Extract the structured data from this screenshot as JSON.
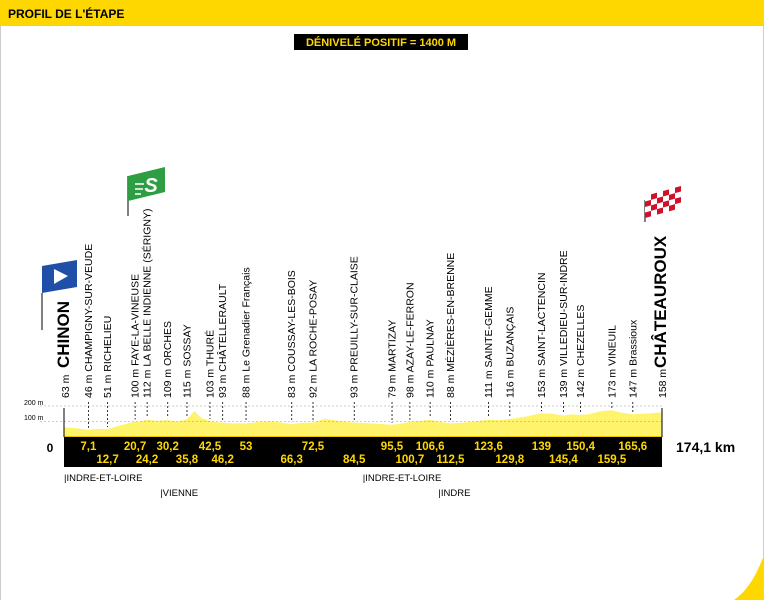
{
  "header": {
    "title": "PROFIL DE L'ÉTAPE"
  },
  "elevation_gain": "DÉNIVELÉ POSITIF = 1400 M",
  "chart_data": {
    "type": "area",
    "y_tick_labels": [
      "200 m",
      "100 m"
    ],
    "zero_label": "0",
    "total_distance_label": "174,1 km",
    "distance_total_km": 174.1,
    "start": {
      "label": "CHINON",
      "altitude_label": "63 m",
      "km": 0,
      "alt": 63
    },
    "finish": {
      "label": "CHÂTEAUROUX",
      "altitude_label": "158 m",
      "km": 174.1,
      "alt": 158
    },
    "sprint_symbol": "S",
    "waypoints": [
      {
        "label": "46 m CHAMPIGNY-SUR-VEUDE",
        "km": 7.1,
        "alt": 46,
        "km_label": "7,1"
      },
      {
        "label": "51 m RICHELIEU",
        "km": 12.7,
        "alt": 51,
        "km_label": "12,7"
      },
      {
        "label": "100 m FAYE-LA-VINEUSE",
        "km": 20.7,
        "alt": 100,
        "km_label": "20,7"
      },
      {
        "label": "112 m LA BELLE INDIENNE (SÉRIGNY)",
        "km": 24.2,
        "alt": 112,
        "km_label": "24,2",
        "sprint": true
      },
      {
        "label": "109 m ORCHES",
        "km": 30.2,
        "alt": 109,
        "km_label": "30,2"
      },
      {
        "label": "115 m SOSSAY",
        "km": 35.8,
        "alt": 115,
        "km_label": "35,8"
      },
      {
        "label": "103 m THURÉ",
        "km": 42.5,
        "alt": 103,
        "km_label": "42,5"
      },
      {
        "label": "93 m CHÂTELLERAULT",
        "km": 46.2,
        "alt": 93,
        "km_label": "46,2"
      },
      {
        "label": "88 m Le Grenadier Français",
        "km": 53,
        "alt": 88,
        "km_label": "53"
      },
      {
        "label": "83 m COUSSAY-LES-BOIS",
        "km": 66.3,
        "alt": 83,
        "km_label": "66,3"
      },
      {
        "label": "92 m LA ROCHE-POSAY",
        "km": 72.5,
        "alt": 92,
        "km_label": "72,5"
      },
      {
        "label": "93 m PREUILLY-SUR-CLAISE",
        "km": 84.5,
        "alt": 93,
        "km_label": "84,5"
      },
      {
        "label": "79 m MARTIZAY",
        "km": 95.5,
        "alt": 79,
        "km_label": "95,5"
      },
      {
        "label": "98 m AZAY-LE-FERRON",
        "km": 100.7,
        "alt": 98,
        "km_label": "100,7"
      },
      {
        "label": "110 m PAULNAY",
        "km": 106.6,
        "alt": 110,
        "km_label": "106,6"
      },
      {
        "label": "88 m MÉZIÈRES-EN-BRENNE",
        "km": 112.5,
        "alt": 88,
        "km_label": "112,5"
      },
      {
        "label": "111 m SAINTE-GEMME",
        "km": 123.6,
        "alt": 111,
        "km_label": "123,6"
      },
      {
        "label": "116 m BUZANÇAIS",
        "km": 129.8,
        "alt": 116,
        "km_label": "129,8"
      },
      {
        "label": "153 m SAINT-LACTENCIN",
        "km": 139,
        "alt": 153,
        "km_label": "139"
      },
      {
        "label": "139 m VILLEDIEU-SUR-INDRE",
        "km": 145.4,
        "alt": 139,
        "km_label": "145,4"
      },
      {
        "label": "142 m CHEZELLES",
        "km": 150.4,
        "alt": 142,
        "km_label": "150,4"
      },
      {
        "label": "173 m VINEUIL",
        "km": 159.5,
        "alt": 173,
        "km_label": "159,5"
      },
      {
        "label": "147 m Brassioux",
        "km": 165.6,
        "alt": 147,
        "km_label": "165,6"
      }
    ],
    "profile": [
      [
        0,
        63
      ],
      [
        3,
        58
      ],
      [
        7.1,
        46
      ],
      [
        10,
        52
      ],
      [
        12.7,
        51
      ],
      [
        16,
        72
      ],
      [
        20.7,
        100
      ],
      [
        22,
        98
      ],
      [
        24.2,
        112
      ],
      [
        27,
        104
      ],
      [
        30.2,
        109
      ],
      [
        33,
        100
      ],
      [
        35.8,
        115
      ],
      [
        38,
        168
      ],
      [
        40,
        122
      ],
      [
        42.5,
        103
      ],
      [
        44,
        96
      ],
      [
        46.2,
        93
      ],
      [
        49,
        88
      ],
      [
        53,
        88
      ],
      [
        57,
        98
      ],
      [
        61,
        102
      ],
      [
        66.3,
        83
      ],
      [
        69,
        92
      ],
      [
        72.5,
        92
      ],
      [
        76,
        118
      ],
      [
        80,
        104
      ],
      [
        84.5,
        93
      ],
      [
        88,
        90
      ],
      [
        92,
        84
      ],
      [
        95.5,
        79
      ],
      [
        98,
        86
      ],
      [
        100.7,
        98
      ],
      [
        104,
        104
      ],
      [
        106.6,
        110
      ],
      [
        110,
        96
      ],
      [
        112.5,
        88
      ],
      [
        116,
        92
      ],
      [
        120,
        102
      ],
      [
        123.6,
        111
      ],
      [
        127,
        108
      ],
      [
        129.8,
        116
      ],
      [
        134,
        130
      ],
      [
        139,
        153
      ],
      [
        142,
        150
      ],
      [
        145.4,
        139
      ],
      [
        148,
        146
      ],
      [
        150.4,
        142
      ],
      [
        153,
        148
      ],
      [
        156,
        165
      ],
      [
        159.5,
        173
      ],
      [
        162,
        158
      ],
      [
        165.6,
        147
      ],
      [
        169,
        150
      ],
      [
        172,
        155
      ],
      [
        174.1,
        158
      ]
    ],
    "regions": [
      {
        "label": "|INDRE-ET-LOIRE",
        "km": 0,
        "row": 0
      },
      {
        "label": "|VIENNE",
        "km": 28,
        "row": 1
      },
      {
        "label": "|INDRE-ET-LOIRE",
        "km": 87,
        "row": 0
      },
      {
        "label": "|INDRE",
        "km": 109,
        "row": 1
      }
    ]
  }
}
